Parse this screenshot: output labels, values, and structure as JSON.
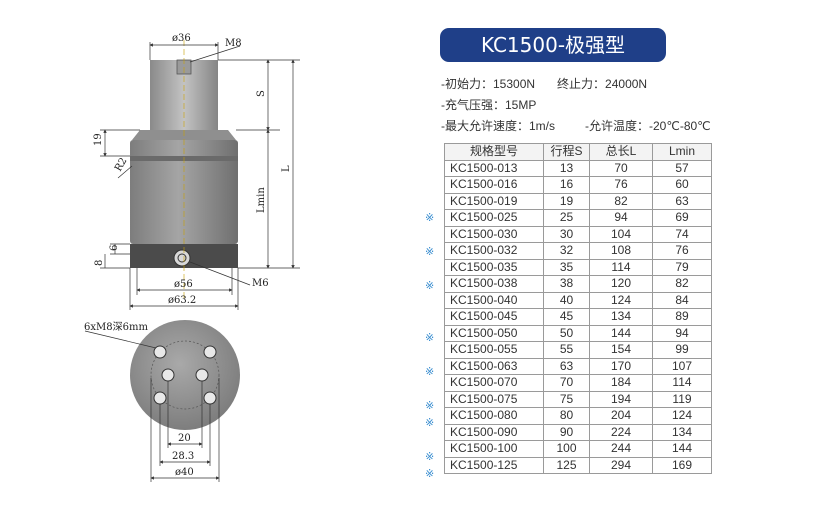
{
  "title": "KC1500-极强型",
  "specs": {
    "initial_force": "-初始力：15300N",
    "end_force": "终止力：24000N",
    "charge_pressure": "-充气压强：15MP",
    "max_speed": "-最大允许速度：1m/s",
    "temperature": "-允许温度：-20℃-80℃"
  },
  "drawing": {
    "d36": "ø36",
    "m8_top": "M8",
    "s": "S",
    "l": "L",
    "lmin": "Lmin",
    "d19": "19",
    "r2": "R2",
    "d6": "6",
    "d8": "8",
    "m6": "M6",
    "d56": "ø56",
    "d63": "ø63.2",
    "holes": "6xM8深6mm",
    "d20": "20",
    "d28": "28.3",
    "d40": "ø40"
  },
  "table": {
    "headers": [
      "规格型号",
      "行程S",
      "总长L",
      "Lmin"
    ],
    "mark_symbol": "※",
    "rows": [
      {
        "model": "KC1500-013",
        "stroke": "13",
        "length": "70",
        "lmin": "57",
        "mark": false
      },
      {
        "model": "KC1500-016",
        "stroke": "16",
        "length": "76",
        "lmin": "60",
        "mark": false
      },
      {
        "model": "KC1500-019",
        "stroke": "19",
        "length": "82",
        "lmin": "63",
        "mark": false
      },
      {
        "model": "KC1500-025",
        "stroke": "25",
        "length": "94",
        "lmin": "69",
        "mark": true
      },
      {
        "model": "KC1500-030",
        "stroke": "30",
        "length": "104",
        "lmin": "74",
        "mark": false
      },
      {
        "model": "KC1500-032",
        "stroke": "32",
        "length": "108",
        "lmin": "76",
        "mark": true
      },
      {
        "model": "KC1500-035",
        "stroke": "35",
        "length": "114",
        "lmin": "79",
        "mark": false
      },
      {
        "model": "KC1500-038",
        "stroke": "38",
        "length": "120",
        "lmin": "82",
        "mark": true
      },
      {
        "model": "KC1500-040",
        "stroke": "40",
        "length": "124",
        "lmin": "84",
        "mark": false
      },
      {
        "model": "KC1500-045",
        "stroke": "45",
        "length": "134",
        "lmin": "89",
        "mark": false
      },
      {
        "model": "KC1500-050",
        "stroke": "50",
        "length": "144",
        "lmin": "94",
        "mark": true
      },
      {
        "model": "KC1500-055",
        "stroke": "55",
        "length": "154",
        "lmin": "99",
        "mark": false
      },
      {
        "model": "KC1500-063",
        "stroke": "63",
        "length": "170",
        "lmin": "107",
        "mark": true
      },
      {
        "model": "KC1500-070",
        "stroke": "70",
        "length": "184",
        "lmin": "114",
        "mark": false
      },
      {
        "model": "KC1500-075",
        "stroke": "75",
        "length": "194",
        "lmin": "119",
        "mark": true
      },
      {
        "model": "KC1500-080",
        "stroke": "80",
        "length": "204",
        "lmin": "124",
        "mark": true
      },
      {
        "model": "KC1500-090",
        "stroke": "90",
        "length": "224",
        "lmin": "134",
        "mark": false
      },
      {
        "model": "KC1500-100",
        "stroke": "100",
        "length": "244",
        "lmin": "144",
        "mark": true
      },
      {
        "model": "KC1500-125",
        "stroke": "125",
        "length": "294",
        "lmin": "169",
        "mark": true
      }
    ]
  }
}
